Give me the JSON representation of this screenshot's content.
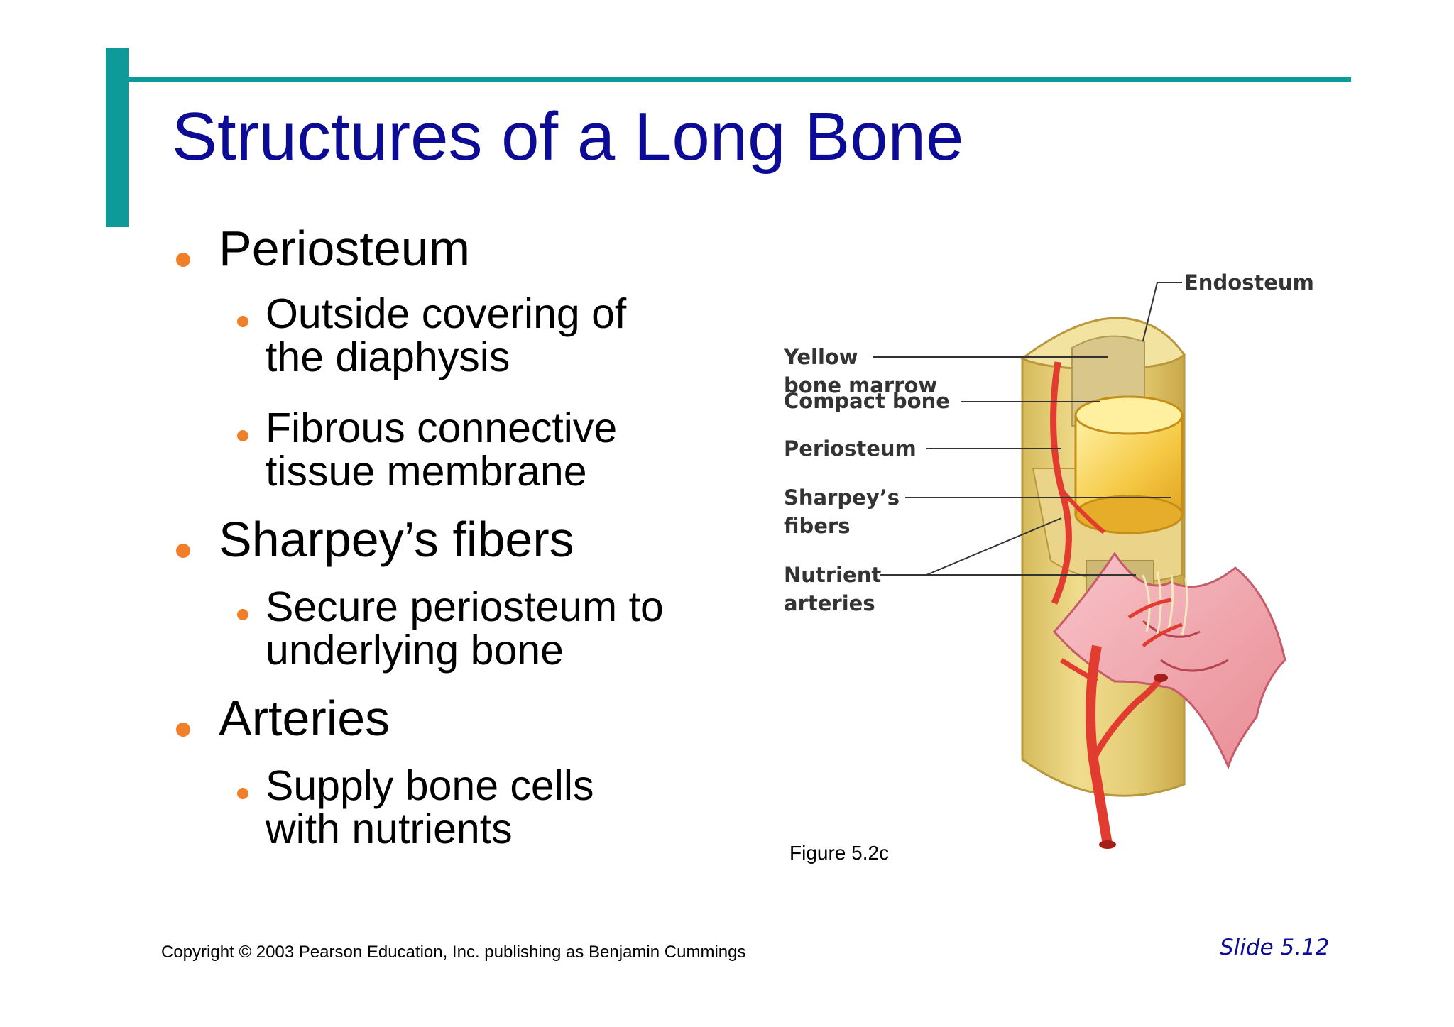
{
  "title": "Structures of a Long Bone",
  "bullets": [
    {
      "text": "Periosteum",
      "subs": [
        "Outside covering of|the diaphysis",
        "Fibrous connective|tissue membrane"
      ]
    },
    {
      "text": "Sharpey’s fibers",
      "subs": [
        "Secure periosteum to|underlying bone"
      ]
    },
    {
      "text": "Arteries",
      "subs": [
        "Supply bone cells|with nutrients"
      ]
    }
  ],
  "figure": {
    "caption": "Figure 5.2c",
    "labels": {
      "endosteum": "Endosteum",
      "yellow_marrow_1": "Yellow",
      "yellow_marrow_2": "bone marrow",
      "compact_bone": "Compact bone",
      "periosteum": "Periosteum",
      "sharpeys_1": "Sharpey’s",
      "sharpeys_2": "fibers",
      "nutrient_1": "Nutrient",
      "nutrient_2": "arteries"
    }
  },
  "footer": {
    "copyright": "Copyright © 2003 Pearson Education, Inc. publishing as Benjamin Cummings",
    "slide_number": "Slide 5.12"
  },
  "colors": {
    "title": "#0b0b96",
    "accent": "#0f9a9a",
    "bullet": "#f07f2a",
    "artery": "#e23c30",
    "bone": "#e6cf75"
  }
}
